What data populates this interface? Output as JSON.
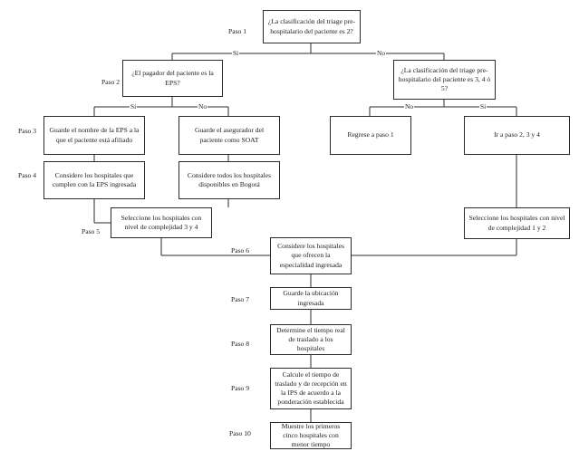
{
  "steps": {
    "s1": "Paso 1",
    "s2": "Paso 2",
    "s3": "Paso 3",
    "s4": "Paso 4",
    "s5": "Paso 5",
    "s6": "Paso 6",
    "s7": "Paso 7",
    "s8": "Paso 8",
    "s9": "Paso 9",
    "s10": "Paso 10"
  },
  "nodes": {
    "q_triage2": "¿La clasificación del triage pre-hospitalario del paciente es 2?",
    "q_payer_eps": "¿El pagador del paciente es la EPS?",
    "q_triage345": "¿La clasificación del triage pre-hospitalario del paciente es 3, 4 ó 5?",
    "save_eps": "Guarde el nombre de la EPS a la que el paciente está afiliado",
    "save_insurer": "Guarde el asegurador del paciente como SOAT",
    "return_step1": "Regrese a paso 1",
    "goto_steps": "Ir a paso 2, 3 y 4",
    "hospitals_eps": "Considere los hospitales que cumplen con la EPS ingresada",
    "hospitals_bogota": "Considere todos los hospitales disponibles en Bogotá",
    "select_level34": "Seleccione los hospitales con nivel de complejidad 3 y 4",
    "select_level12": "Seleccione los hospitales con nivel de complejidad 1 y 2",
    "specialty": "Considere los hospitales que ofrecen la especialidad ingresada",
    "save_location": "Guarde la ubicación ingresada",
    "real_time": "Determine el tiempo real de traslado a los hospitales",
    "compute_time": "Calcule el tiempo de traslado y de recepción en la IPS de acuerdo a la ponderación establecida",
    "show_top5": "Muestre los primeros cinco hospitales con menor tiempo"
  },
  "branch_labels": {
    "yes": "Si",
    "no": "No"
  },
  "colors": {
    "line": "#2b2b2b",
    "text": "#1a1a1a",
    "background": "#ffffff"
  }
}
